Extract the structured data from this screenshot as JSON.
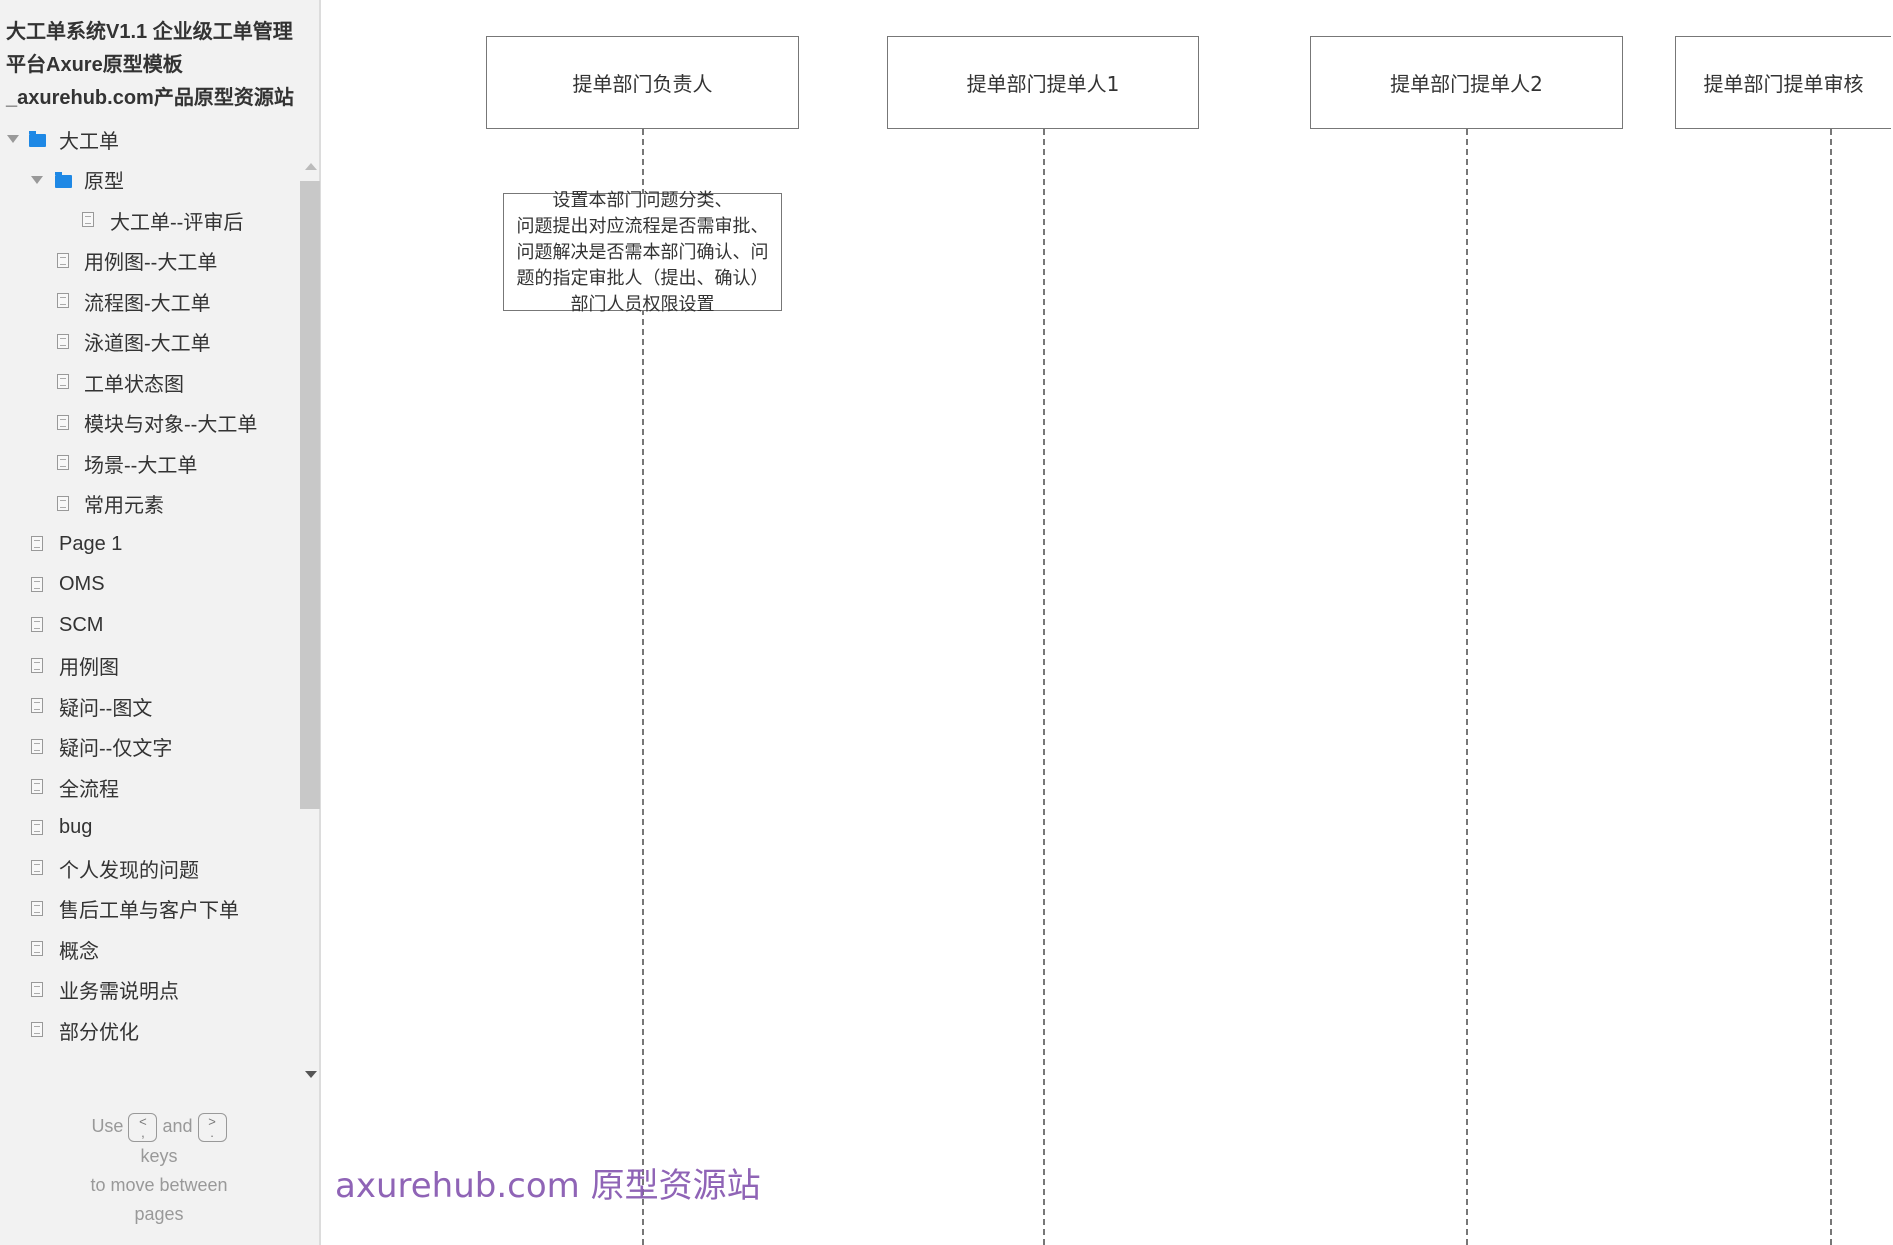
{
  "sidebar": {
    "title": "大工单系统V1.1 企业级工单管理平台Axure原型模板_axurehub.com产品原型资源站",
    "items": [
      {
        "label": "大工单",
        "type": "folder",
        "expanded": true,
        "level": 0
      },
      {
        "label": "原型",
        "type": "folder",
        "expanded": true,
        "level": 1
      },
      {
        "label": "大工单--评审后",
        "type": "page",
        "level": 2
      },
      {
        "label": "用例图--大工单",
        "type": "page",
        "level": 1
      },
      {
        "label": "流程图-大工单",
        "type": "page",
        "level": 1
      },
      {
        "label": "泳道图-大工单",
        "type": "page",
        "level": 1
      },
      {
        "label": "工单状态图",
        "type": "page",
        "level": 1
      },
      {
        "label": "模块与对象--大工单",
        "type": "page",
        "level": 1
      },
      {
        "label": "场景--大工单",
        "type": "page",
        "level": 1
      },
      {
        "label": "常用元素",
        "type": "page",
        "level": 1
      },
      {
        "label": "Page 1",
        "type": "page",
        "level": 0
      },
      {
        "label": "OMS",
        "type": "page",
        "level": 0
      },
      {
        "label": "SCM",
        "type": "page",
        "level": 0
      },
      {
        "label": "用例图",
        "type": "page",
        "level": 0
      },
      {
        "label": "疑问--图文",
        "type": "page",
        "level": 0
      },
      {
        "label": "疑问--仅文字",
        "type": "page",
        "level": 0
      },
      {
        "label": "全流程",
        "type": "page",
        "level": 0
      },
      {
        "label": "bug",
        "type": "page",
        "level": 0
      },
      {
        "label": "个人发现的问题",
        "type": "page",
        "level": 0
      },
      {
        "label": "售后工单与客户下单",
        "type": "page",
        "level": 0
      },
      {
        "label": "概念",
        "type": "page",
        "level": 0
      },
      {
        "label": "业务需说明点",
        "type": "page",
        "level": 0
      },
      {
        "label": "部分优化",
        "type": "page",
        "level": 0
      }
    ],
    "hint": {
      "use": "Use",
      "key_prev": "<\n,",
      "and": "and",
      "key_next": ">\n.",
      "keys": "keys",
      "move": "to move between",
      "pages": "pages"
    },
    "folder_color": "#1e88e5"
  },
  "watermark": "axurehub.com 原型资源站",
  "canvas": {
    "lanes": [
      "提单部门负责人",
      "提单部门提单人1",
      "提单部门提单人2",
      "提单部门提单审核"
    ],
    "note": [
      "设置本部门问题分类、",
      "问题提出对应流程是否需审批、",
      "问题解决是否需本部门确认、问",
      "题的指定审批人（提出、确认）",
      "部门人员权限设置"
    ]
  }
}
